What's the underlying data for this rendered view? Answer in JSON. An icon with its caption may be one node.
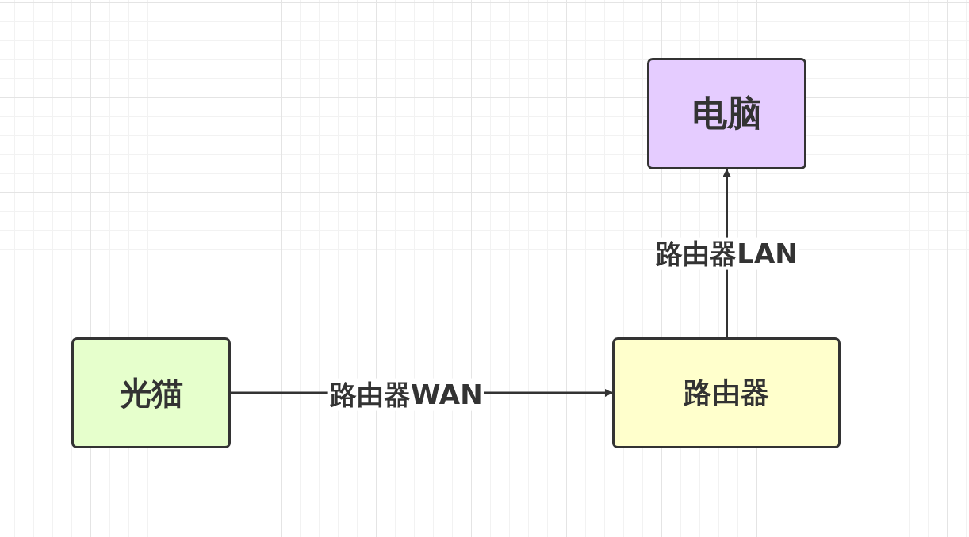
{
  "diagram": {
    "nodes": [
      {
        "text": [
          "光猫"
        ]
      },
      {
        "text": [
          "路由器"
        ]
      },
      {
        "text": [
          "电脑"
        ]
      }
    ],
    "edges": [
      {
        "from": 0,
        "to": 1,
        "arrow": "to",
        "label": "路由器WAN"
      },
      {
        "from": 1,
        "to": 2,
        "arrow": "to",
        "label": "路由器LAN"
      }
    ]
  }
}
